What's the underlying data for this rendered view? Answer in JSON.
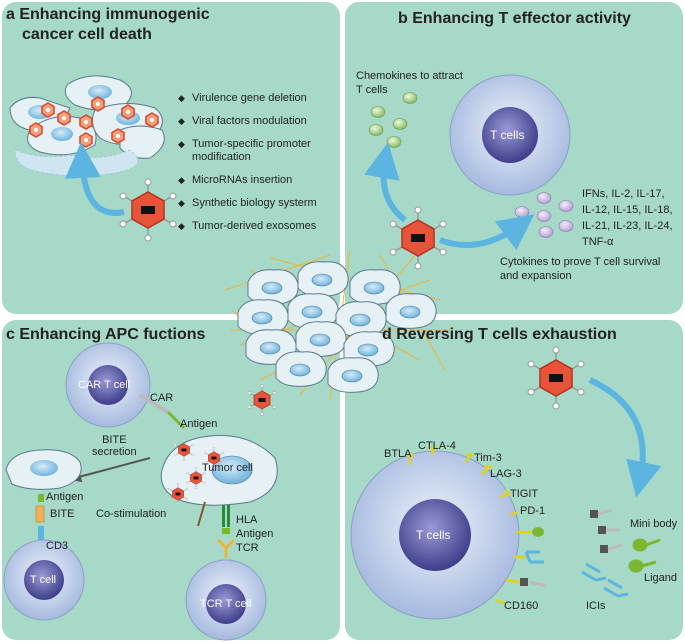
{
  "panels": {
    "a": {
      "letter": "a",
      "title_line1": "Enhancing immunogenic",
      "title_line2": "cancer cell death",
      "bullets": [
        "Virulence gene deletion",
        "Viral factors modulation",
        "Tumor-specific promoter modification",
        "MicroRNAs insertion",
        "Synthetic biology systerm",
        "Tumor-derived exosomes"
      ]
    },
    "b": {
      "letter": "b",
      "title": "Enhancing T effector activity",
      "chemokines_line1": "Chemokines to attract",
      "chemokines_line2": "T cells",
      "t_cell_label": "T cells",
      "cytokines_list": [
        "IFNs, IL-2, IL-17,",
        "IL-12, IL-15, IL-18,",
        "IL-21, IL-23, IL-24,",
        "TNF-α"
      ],
      "cytokines_line1": "Cytokines to prove T cell survival",
      "cytokines_line2": "and expansion"
    },
    "c": {
      "letter": "c",
      "title": "Enhancing APC fuctions",
      "car_t_cell": "CAR T cell",
      "car": "CAR",
      "antigen_top": "Antigen",
      "bite_secretion_line1": "BITE",
      "bite_secretion_line2": "secretion",
      "tumor_cell": "Tumor cell",
      "antigen_left": "Antigen",
      "bite": "BITE",
      "cd3": "CD3",
      "co_stimulation": "Co-stimulation",
      "hla": "HLA",
      "antigen_hla": "Antigen",
      "tcr": "TCR",
      "t_cell": "T cell",
      "tcr_t_cell": "TCR T cell"
    },
    "d": {
      "letter": "d",
      "title": "Reversing T cells exhaustion",
      "receptors": [
        "BTLA",
        "CTLA-4",
        "Tim-3",
        "LAG-3",
        "TIGIT",
        "PD-1",
        "CD160"
      ],
      "t_cells": "T cells",
      "mini_body": "Mini body",
      "ligand": "Ligand",
      "icis": "ICIs"
    }
  },
  "colors": {
    "panel_bg": "#a6d9c8",
    "arrow": "#5cb4e0",
    "virus": "#e8543a",
    "t_cell_outer": "#b9c9e8",
    "t_cell_inner": "#5e5ea8",
    "receptor": "#e0d21a"
  }
}
